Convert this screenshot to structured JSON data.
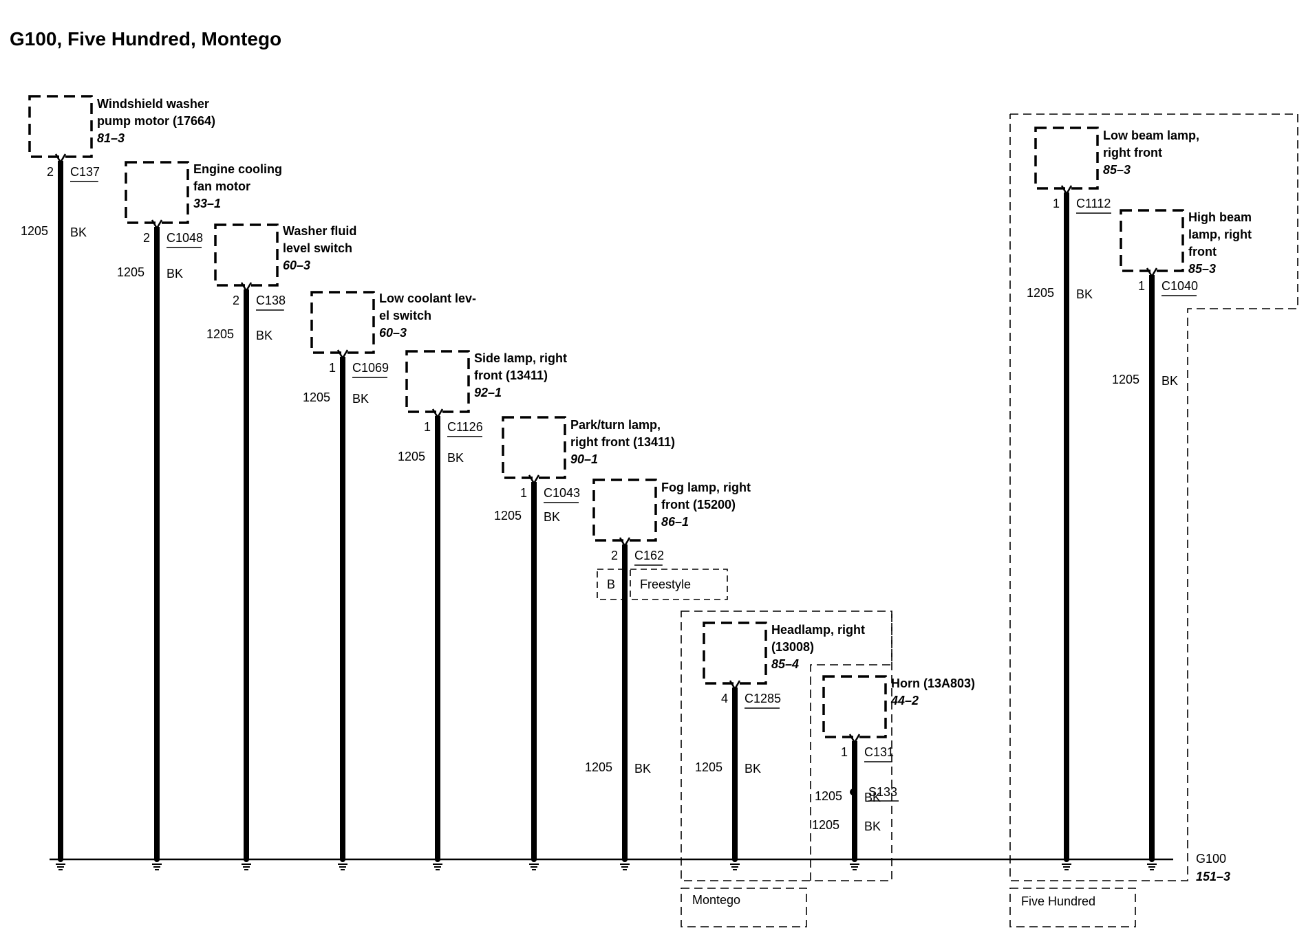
{
  "title": "G100, Five Hundred, Montego",
  "components": [
    {
      "lines": [
        "Windshield washer",
        "pump motor (17664)"
      ],
      "ref": "81–3",
      "pin": "2",
      "connector": "C137",
      "circuit": "1205",
      "color": "BK"
    },
    {
      "lines": [
        "Engine cooling",
        "fan motor"
      ],
      "ref": "33–1",
      "pin": "2",
      "connector": "C1048",
      "circuit": "1205",
      "color": "BK"
    },
    {
      "lines": [
        "Washer fluid",
        "level switch"
      ],
      "ref": "60–3",
      "pin": "2",
      "connector": "C138",
      "circuit": "1205",
      "color": "BK"
    },
    {
      "lines": [
        "Low coolant lev-",
        "el switch"
      ],
      "ref": "60–3",
      "pin": "1",
      "connector": "C1069",
      "circuit": "1205",
      "color": "BK"
    },
    {
      "lines": [
        "Side lamp, right",
        "front (13411)"
      ],
      "ref": "92–1",
      "pin": "1",
      "connector": "C1126",
      "circuit": "1205",
      "color": "BK"
    },
    {
      "lines": [
        "Park/turn lamp,",
        "right front (13411)"
      ],
      "ref": "90–1",
      "pin": "1",
      "connector": "C1043",
      "circuit": "1205",
      "color": "BK"
    },
    {
      "lines": [
        "Fog lamp, right",
        "front (15200)"
      ],
      "ref": "86–1",
      "pin": "2",
      "connector": "C162",
      "circuit": "1205",
      "color": "BK"
    },
    {
      "lines": [
        "Headlamp, right",
        "(13008)"
      ],
      "ref": "85–4",
      "pin": "4",
      "connector": "C1285",
      "circuit": "1205",
      "color": "BK"
    },
    {
      "lines": [
        "Horn (13A803)"
      ],
      "ref": "44–2",
      "pin": "1",
      "connector": "C131",
      "circuit": "1205",
      "color": "BK"
    },
    {
      "lines": [
        "Low beam lamp,",
        "right front"
      ],
      "ref": "85–3",
      "pin": "1",
      "connector": "C1112",
      "circuit": "1205",
      "color": "BK"
    },
    {
      "lines": [
        "High beam",
        "lamp, right",
        "front"
      ],
      "ref": "85–3",
      "pin": "1",
      "connector": "C1040",
      "circuit": "1205",
      "color": "BK"
    }
  ],
  "freestyle": {
    "pin": "B",
    "label": "Freestyle"
  },
  "splice": {
    "name": "S133",
    "circuit": "1205",
    "color": "BK"
  },
  "ground": {
    "name": "G100",
    "ref": "151–3"
  },
  "options": {
    "montego": "Montego",
    "five_hundred": "Five Hundred"
  }
}
